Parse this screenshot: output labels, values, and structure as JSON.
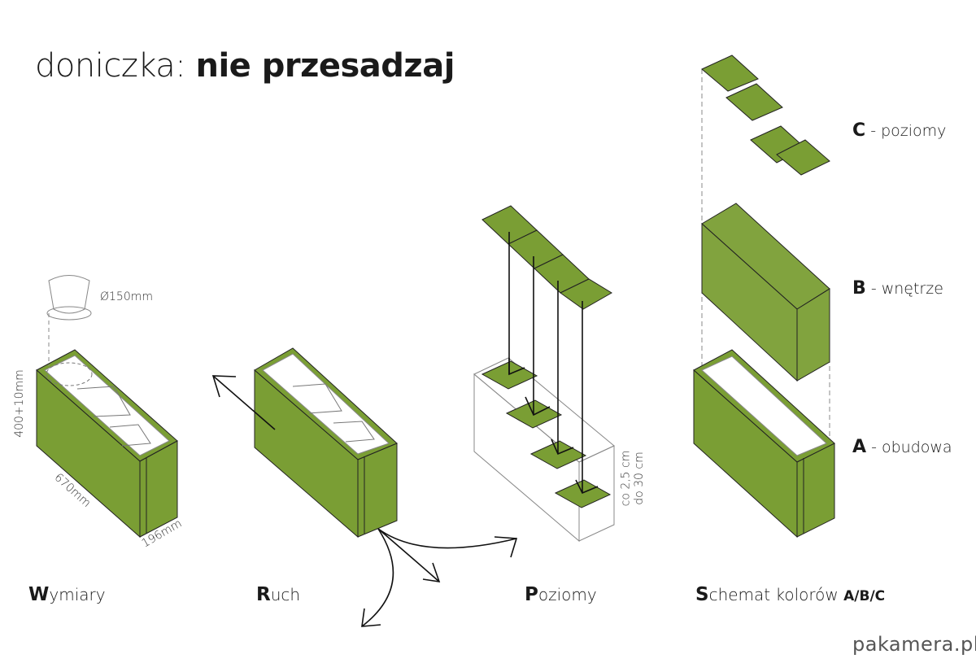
{
  "title": {
    "light": "doniczka: ",
    "bold": "nie przesadzaj"
  },
  "sections": [
    {
      "cap": "W",
      "rest": "ymiary"
    },
    {
      "cap": "R",
      "rest": "uch"
    },
    {
      "cap": "P",
      "rest": "oziomy"
    },
    {
      "cap": "S",
      "rest": "chemat kolorów ",
      "extra": "A/B/C"
    }
  ],
  "dimensions": {
    "pot": "Ø150mm",
    "height": "400+10mm",
    "length": "670mm",
    "depth": "196mm",
    "spacing_1": "co 2,5 cm",
    "spacing_2": "do 30 cm"
  },
  "layers": [
    {
      "cap": "C",
      "rest": " - poziomy"
    },
    {
      "cap": "B",
      "rest": " - wnętrze"
    },
    {
      "cap": "A",
      "rest": " - obudowa"
    }
  ],
  "logo": "pakamera.pl",
  "colors": {
    "green": "#7a9e34",
    "line": "#1a1a1a"
  }
}
